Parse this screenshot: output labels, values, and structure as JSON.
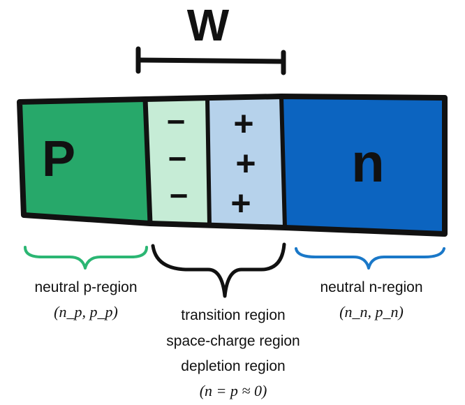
{
  "diagram": {
    "width_label": "W",
    "p_label": "P",
    "n_label": "n",
    "minus_symbol": "−",
    "plus_symbol": "+",
    "p_region_title": "neutral p-region",
    "p_region_math": "(n_p, p_p)",
    "n_region_title": "neutral n-region",
    "n_region_math": "(n_n, p_n)",
    "center_lines": [
      "transition region",
      "space-charge region",
      "depletion region"
    ],
    "center_math": "(n = p ≈ 0)"
  },
  "colors": {
    "p_region": "#27a86a",
    "minus_region": "#c6ecd6",
    "plus_region": "#b6d2eb",
    "n_region": "#0c64c0",
    "p_brace": "#2bb673",
    "n_brace": "#1a78c8",
    "outline": "#111111"
  }
}
